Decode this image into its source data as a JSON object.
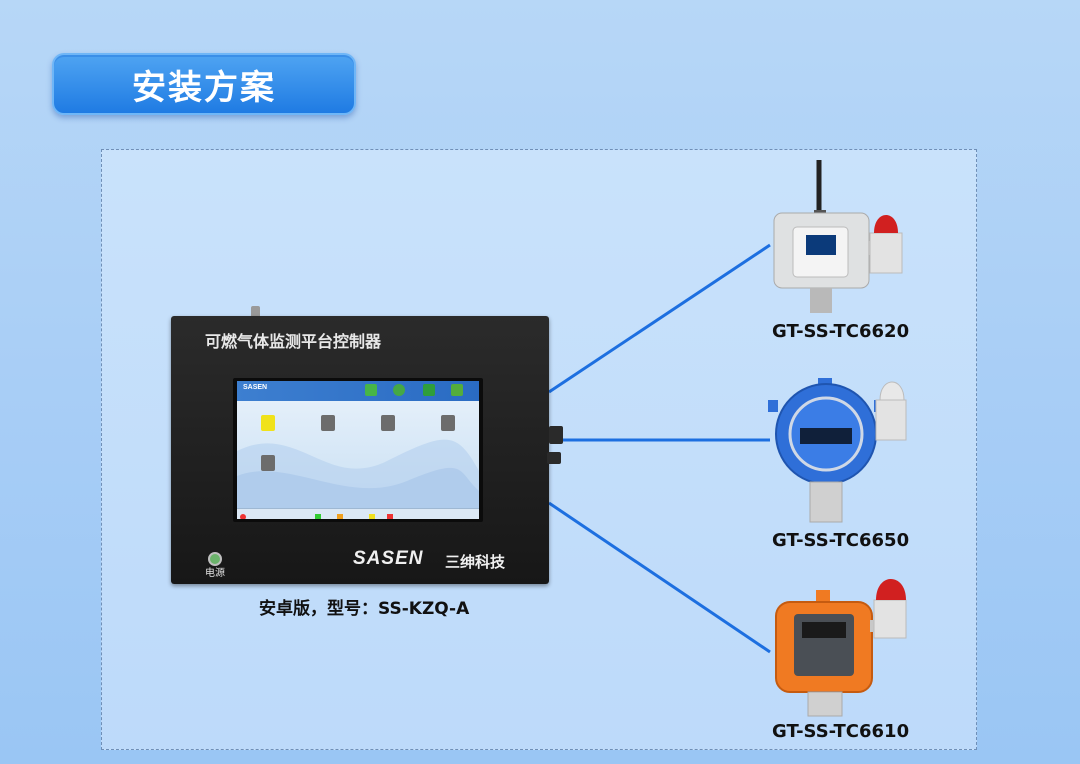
{
  "header": {
    "title": "安装方案"
  },
  "controller": {
    "title": "可燃气体监测平台控制器",
    "brand": "SASEN",
    "brand_cn": "三绅科技",
    "power_label": "电源",
    "caption": "安卓版，型号：SS-KZQ-A"
  },
  "detectors": [
    {
      "model": "GT-SS-TC6620",
      "color": "#d9dcdd"
    },
    {
      "model": "GT-SS-TC6650",
      "color": "#2f6fd8"
    },
    {
      "model": "GT-SS-TC6610",
      "color": "#f07a22"
    }
  ],
  "colors": {
    "accent": "#1f7be3",
    "line": "#1d6fe0",
    "background": "#b7d7f7"
  }
}
